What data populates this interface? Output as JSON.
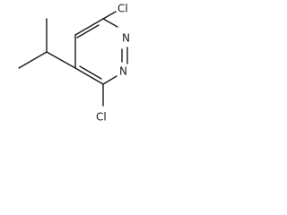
{
  "molecule": {
    "atoms": {
      "n1": "N",
      "n2": "N",
      "cl_top": "Cl",
      "cl_bottom": "Cl"
    }
  }
}
